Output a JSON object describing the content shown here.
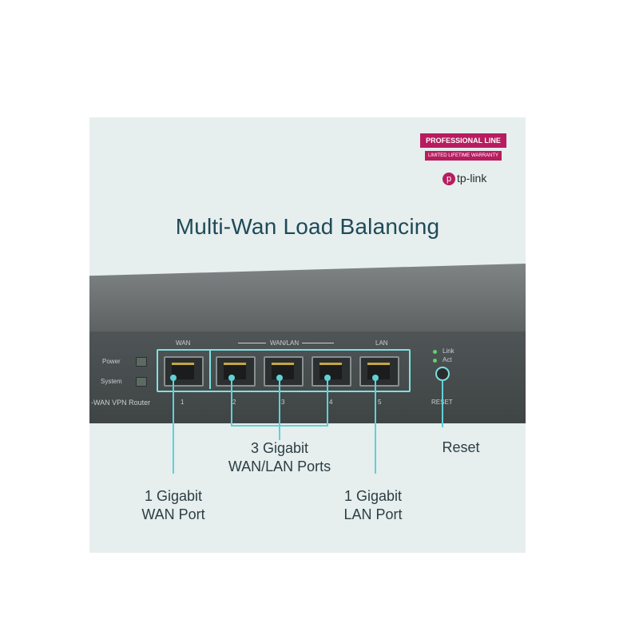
{
  "badge": {
    "top": "PROFESSIONAL LINE",
    "sub": "LIMITED LIFETIME WARRANTY",
    "logo_text": "tp-link",
    "logo_icon": "tp-link-logo-icon"
  },
  "headline": "Multi-Wan Load Balancing",
  "device": {
    "labels": {
      "power": "Power",
      "system": "System",
      "model": "-WAN VPN Router",
      "wan": "WAN",
      "wanlan": "WAN/LAN",
      "lan": "LAN",
      "link": "Link",
      "act": "Act",
      "reset": "RESET"
    },
    "ports": [
      "1",
      "2",
      "3",
      "4",
      "5"
    ]
  },
  "callouts": {
    "wanlan_line1": "3 Gigabit",
    "wanlan_line2": "WAN/LAN Ports",
    "wan_line1": "1 Gigabit",
    "wan_line2": "WAN Port",
    "lan_line1": "1 Gigabit",
    "lan_line2": "LAN Port",
    "reset": "Reset"
  },
  "colors": {
    "accent": "#5fd1d6",
    "brand": "#b71c5f",
    "headline": "#1f4a57"
  }
}
